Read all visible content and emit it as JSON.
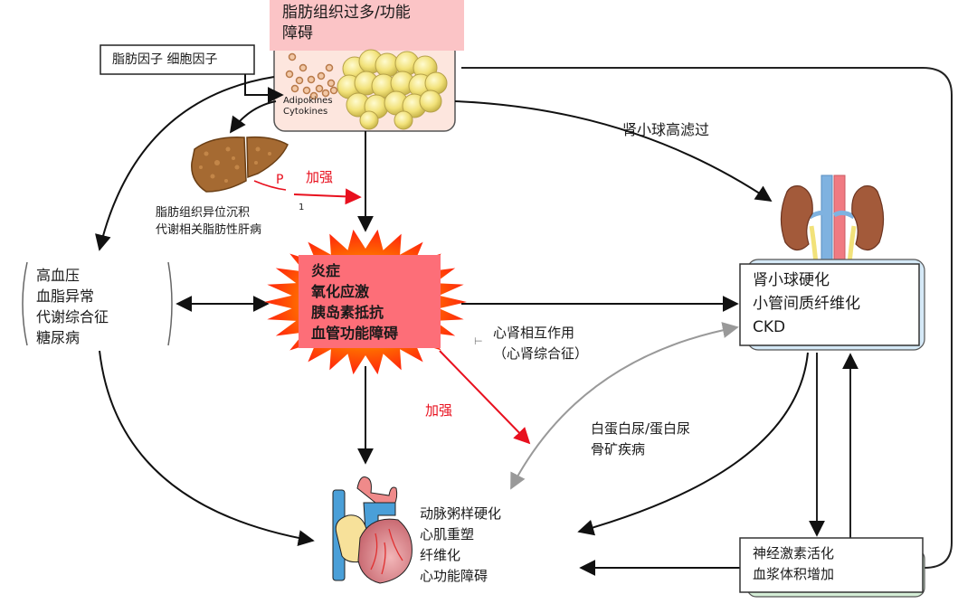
{
  "adipose": {
    "title_lines": [
      "脂肪组织过多/功能",
      "障碍"
    ],
    "adipokines_label": "Adipokines",
    "cytokines_label": "Cytokines"
  },
  "factors_box": {
    "label": "脂肪因子 细胞因子"
  },
  "liver": {
    "caption_lines": [
      "脂肪组织异位沉积",
      "代谢相关脂肪性肝病"
    ],
    "partial_label": "P",
    "enhance_label": "加强",
    "stray_mark": "1"
  },
  "metabolic_box": {
    "lines": [
      "高血压",
      "血脂异常",
      "代谢综合征",
      "糖尿病"
    ]
  },
  "inflammation_box": {
    "lines": [
      "炎症",
      "氧化应激",
      "胰岛素抵抗",
      "血管功能障碍"
    ]
  },
  "glomerular_hyperfiltration": {
    "label": "肾小球高滤过"
  },
  "kidney_box": {
    "lines": [
      "肾小球硬化",
      "小管间质纤维化",
      "CKD"
    ]
  },
  "cardiorenal": {
    "lines": [
      "心肾相互作用",
      "（心肾综合征）"
    ],
    "tick_mark": "⊢"
  },
  "enhance_lower": {
    "label": "加强"
  },
  "albuminuria": {
    "lines": [
      "白蛋白尿/蛋白尿",
      "骨矿疾病"
    ]
  },
  "heart_box": {
    "lines": [
      "动脉粥样硬化",
      "心肌重塑",
      "纤维化",
      "心功能障碍"
    ]
  },
  "neurohormonal_box": {
    "lines": [
      "神经激素活化",
      "血浆体积增加"
    ]
  },
  "colors": {
    "title_bg": "#fbc4c6",
    "adipose_bg": "#fde6de",
    "inflammation_bg": "#fd6e78",
    "starburst_outer": "#ff1a1a",
    "starburst_inner": "#ff9a00",
    "enhance_red": "#e8101e",
    "kidney_shadow": "#d5e9f7",
    "neuro_shadow": "#d4eed6",
    "arrow": "#111111",
    "gray_arrow": "#999999"
  },
  "icons": {
    "adipose": "fat-cells-illustration",
    "liver": "fatty-liver-illustration",
    "kidney": "kidneys-illustration",
    "heart": "heart-illustration"
  }
}
